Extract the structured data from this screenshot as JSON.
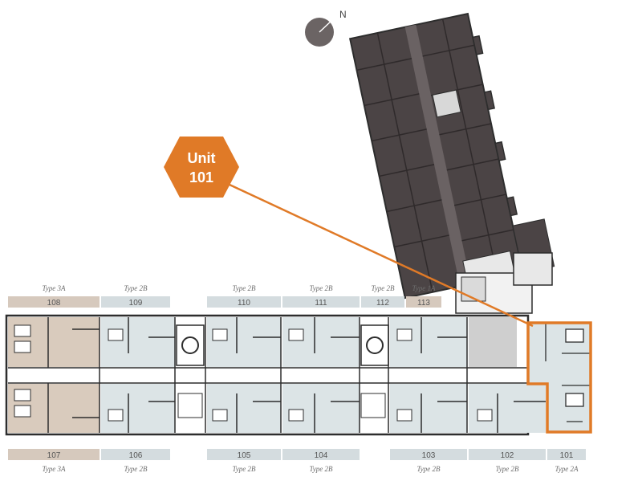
{
  "compass": {
    "label": "N",
    "icon": "north-arrow-icon"
  },
  "callout": {
    "line1": "Unit",
    "line2": "101",
    "color": "#e07a27"
  },
  "colors": {
    "tower": "#4b4445",
    "unit_fill": "#dce4e6",
    "type3a_fill": "#d9cbbd",
    "wall": "#2d2d2d",
    "label_bar_blue": "#d4dcdf",
    "label_bar_tan": "#d6c9bd",
    "highlight": "#e07a27"
  },
  "top_units": [
    {
      "number": "108",
      "type": "Type 3A"
    },
    {
      "number": "109",
      "type": "Type 2B"
    },
    {
      "number": "110",
      "type": "Type 2B"
    },
    {
      "number": "111",
      "type": "Type 2B"
    },
    {
      "number": "112",
      "type": "Type 2B"
    },
    {
      "number": "113",
      "type": "Type 1A"
    }
  ],
  "bottom_units": [
    {
      "number": "107",
      "type": "Type 3A"
    },
    {
      "number": "106",
      "type": "Type 2B"
    },
    {
      "number": "105",
      "type": "Type 2B"
    },
    {
      "number": "104",
      "type": "Type 2B"
    },
    {
      "number": "103",
      "type": "Type 2B"
    },
    {
      "number": "102",
      "type": "Type 2B"
    },
    {
      "number": "101",
      "type": "Type 2A"
    }
  ],
  "highlighted_unit": "101"
}
